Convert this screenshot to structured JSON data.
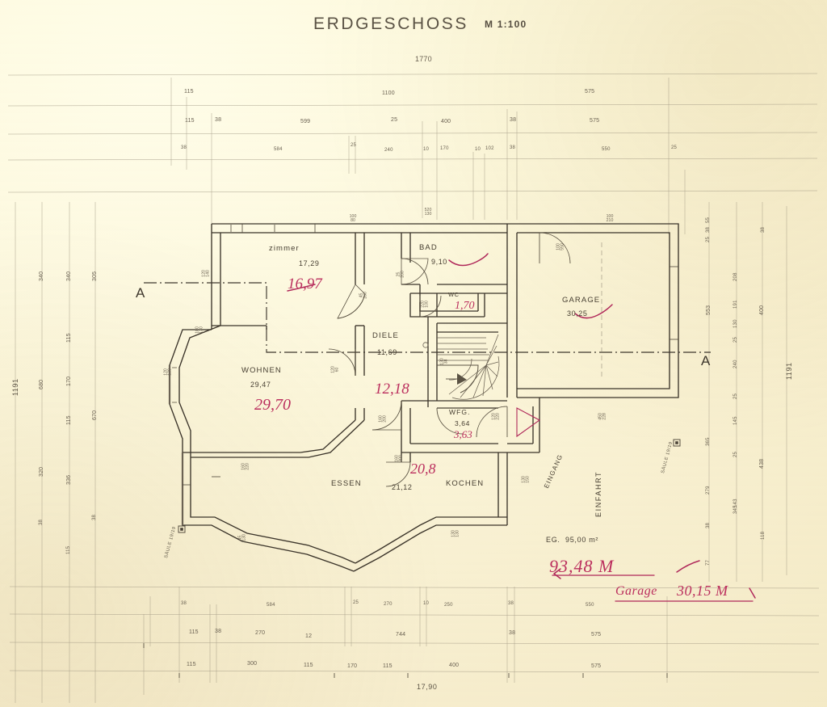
{
  "sheet": {
    "title": "ERDGESCHOSS",
    "scale": "M 1:100",
    "paper_color": "#fdf9e4",
    "ink_color": "#4a4236",
    "annotation_color": "#bb2f5e"
  },
  "rooms": [
    {
      "name": "zimmer",
      "area": "17,29",
      "revised": "16,97"
    },
    {
      "name": "BAD",
      "area": "9,10",
      "revised": ""
    },
    {
      "name": "WC",
      "area": "",
      "revised": "1,70"
    },
    {
      "name": "GARAGE",
      "area": "30,25",
      "revised": ""
    },
    {
      "name": "DIELE",
      "area": "11,69",
      "revised": "12,18"
    },
    {
      "name": "WOHNEN",
      "area": "29,47",
      "revised": "29,70"
    },
    {
      "name": "WFG.",
      "area": "3,64",
      "revised": "3,63"
    },
    {
      "name": "ESSEN",
      "area": "21,12",
      "revised": "20,8"
    },
    {
      "name": "KOCHEN",
      "area": "",
      "revised": ""
    }
  ],
  "summary": {
    "label": "EG.  95,00 m²",
    "revised_total": "93,48 M",
    "garage_note": "Garage",
    "garage_value": "30,15 M"
  },
  "annotations": {
    "entrance": "EINGANG",
    "driveway": "EINFAHRT",
    "column_left": "SÄULE 19/19",
    "column_right": "SÄULE 19/19",
    "section_left": "A",
    "section_right": "A"
  },
  "dimensions": {
    "top_total": "1770",
    "top_row1": [
      "115",
      "1100",
      "575"
    ],
    "top_row2": [
      "115",
      "38",
      "599",
      "25",
      "400",
      "38",
      "575"
    ],
    "top_row3": [
      "38",
      "584",
      "25",
      "240",
      "10",
      "170",
      "10",
      "102",
      "38",
      "550",
      "25"
    ],
    "bottom_row1": [
      "38",
      "584",
      "25",
      "270",
      "10",
      "250",
      "38",
      "550"
    ],
    "bottom_row2": [
      "115",
      "38",
      "270",
      "12",
      "744",
      "38",
      "575"
    ],
    "bottom_row3": [
      "115",
      "300",
      "115",
      "170",
      "115",
      "400",
      "575"
    ],
    "bottom_total": "17,90",
    "left_total": "1191",
    "right_total": "1191",
    "left_col_a": [
      "340",
      "680",
      "320",
      "38"
    ],
    "left_col_b": [
      "340",
      "115",
      "170",
      "115",
      "336",
      "115"
    ],
    "left_col_c": [
      "305",
      "670",
      "38"
    ],
    "right_col_a": [
      "38",
      "25",
      "208",
      "191",
      "130",
      "25",
      "240",
      "25",
      "145",
      "25",
      "279",
      "38",
      "77"
    ],
    "right_col_b": [
      "38",
      "55",
      "553",
      "365",
      "143",
      "118"
    ],
    "right_col_c": [
      "400",
      "438",
      "345"
    ],
    "interior": [
      "120",
      "140",
      "100",
      "130",
      "120",
      "130",
      "100",
      "80",
      "120",
      "60",
      "130",
      "520",
      "130",
      "38",
      "100",
      "210",
      "550",
      "450",
      "228",
      "45",
      "200",
      "120",
      "220",
      "160",
      "220",
      "100",
      "130",
      "150",
      "130",
      "25",
      "200"
    ]
  }
}
